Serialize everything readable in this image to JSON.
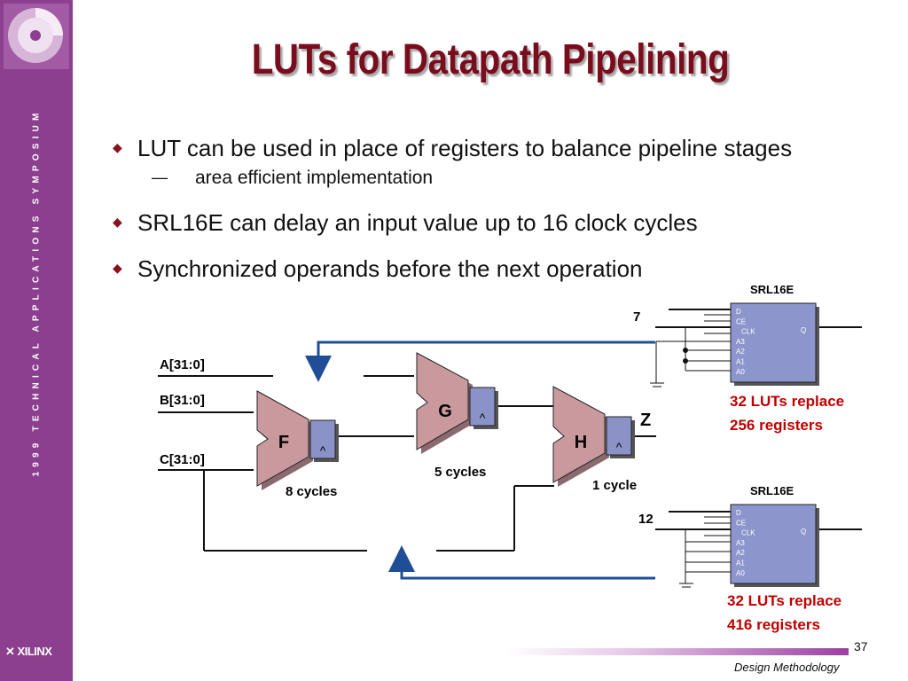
{
  "sidebar": {
    "vertical_text": "1999 TECHNICAL APPLICATIONS SYMPOSIUM",
    "brand": "XILINX"
  },
  "title": "LUTs for Datapath Pipelining",
  "bullets": [
    {
      "text": "LUT can be used in place of registers to balance pipeline stages",
      "sub": [
        {
          "mark": "—",
          "text": "area efficient implementation"
        }
      ]
    },
    {
      "text": "SRL16E can delay an input value up to 16 clock cycles"
    },
    {
      "text": "Synchronized operands before the next operation"
    }
  ],
  "diagram": {
    "inputs": [
      "A[31:0]",
      "B[31:0]",
      "C[31:0]"
    ],
    "blocks": [
      {
        "label": "F",
        "cycles": "8 cycles"
      },
      {
        "label": "G",
        "cycles": "5 cycles"
      },
      {
        "label": "H",
        "cycles": "1 cycle"
      }
    ],
    "output": "Z",
    "reg_symbol": "^",
    "srl": [
      {
        "title": "SRL16E",
        "delay": "7",
        "note_line1": "32 LUTs replace",
        "note_line2": "256 registers"
      },
      {
        "title": "SRL16E",
        "delay": "12",
        "note_line1": "32 LUTs replace",
        "note_line2": "416 registers"
      }
    ],
    "srl_pins": [
      "D",
      "CE",
      "CLK",
      "A3",
      "A2",
      "A1",
      "A0"
    ],
    "srl_out_pin": "Q"
  },
  "footer": {
    "page": "37",
    "text": "Design Methodology"
  },
  "colors": {
    "sidebar": "#8b3f8e",
    "title": "#7a0d1d",
    "alu": "#c9999e",
    "reg": "#8a92c8",
    "srl_box": "#8c96cc",
    "arrow": "#1f4e96",
    "note": "#c00000"
  }
}
